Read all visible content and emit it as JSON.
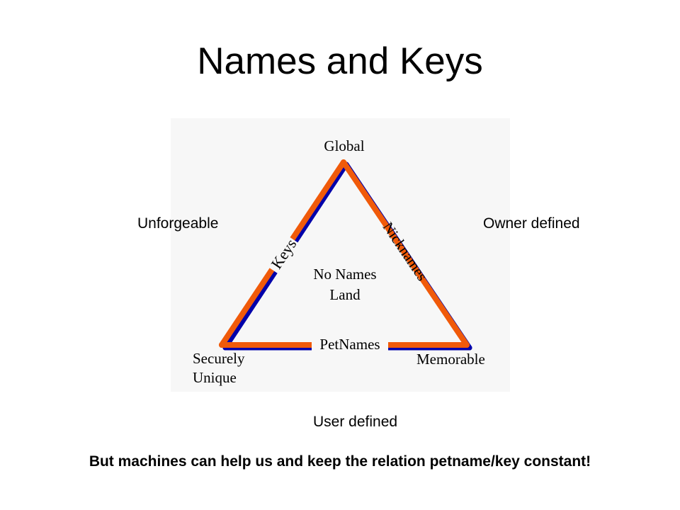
{
  "title": "Names and Keys",
  "outside_labels": {
    "left": "Unforgeable",
    "right": "Owner defined",
    "bottom": "User defined"
  },
  "diagram": {
    "vertices": {
      "top": "Global",
      "bottom_left_line1": "Securely",
      "bottom_left_line2": "Unique",
      "bottom_right": "Memorable"
    },
    "edges": {
      "left": "Keys",
      "right": "Nicknames",
      "bottom": "PetNames"
    },
    "center_line1": "No Names",
    "center_line2": "Land",
    "colors": {
      "edge_main": "#f05a0a",
      "edge_shadow": "#0000aa",
      "panel": "#f7f7f7"
    }
  },
  "footer": "But machines can help us and keep the relation petname/key constant!"
}
